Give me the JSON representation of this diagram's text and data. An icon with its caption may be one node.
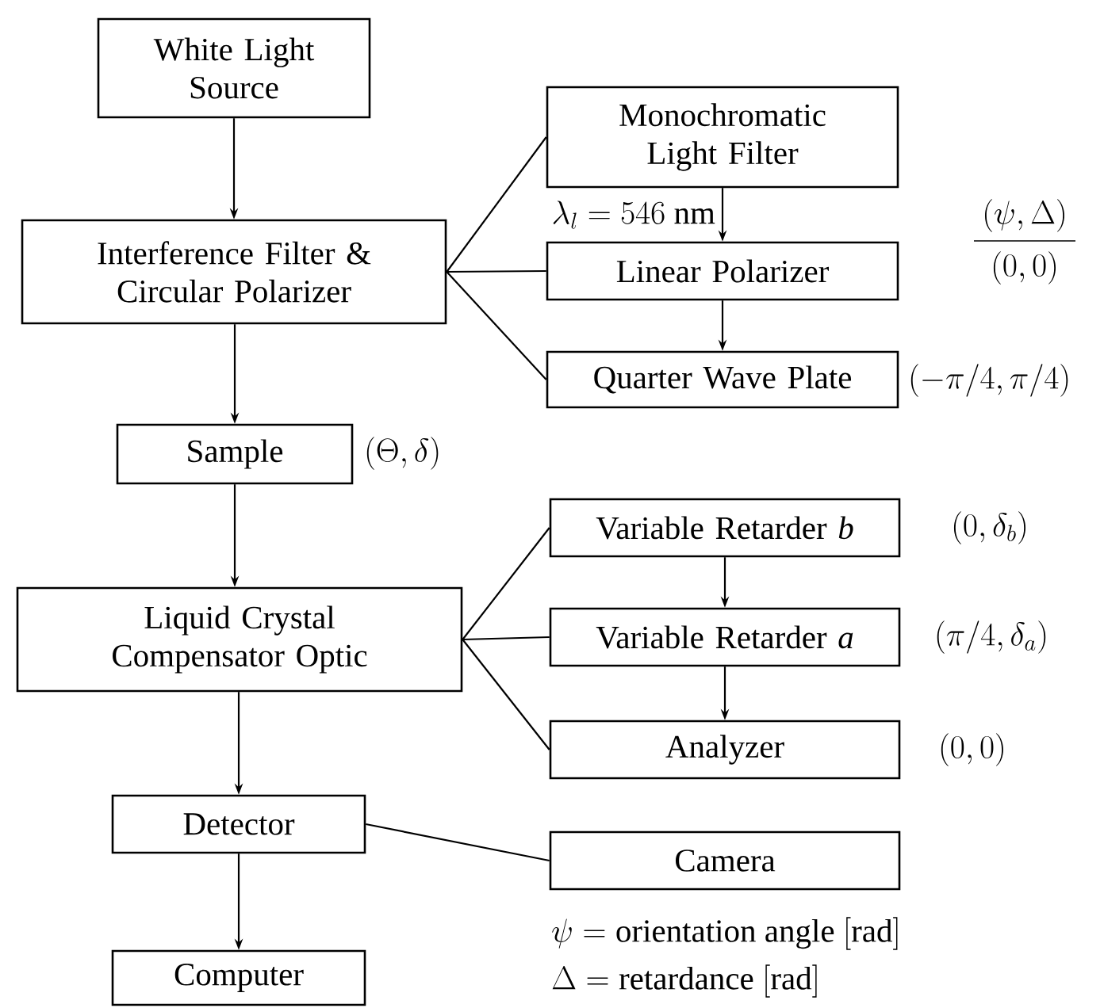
{
  "diagram": {
    "nodes": [
      {
        "text": [
          "White Light Source"
        ]
      },
      {
        "text": [
          "Interference Filter & Circular Polarizer"
        ]
      },
      {
        "text": [
          "Monochromatic Light Filter"
        ]
      },
      {
        "text": [
          "Linear Polarizer"
        ]
      },
      {
        "text": [
          "Quarter Wave Plate"
        ],
        "beside": [
          "(-\\pi/4,\\pi/4)"
        ]
      },
      {
        "text": [
          "Sample"
        ],
        "beside": [
          "(\\Theta,\\delta)"
        ]
      },
      {
        "text": [
          "Liquid Crystal Compensator Optic"
        ]
      },
      {
        "text": [
          "Variable Retarder *b*"
        ],
        "beside": [
          "(0,\\delta_b)"
        ]
      },
      {
        "text": [
          "Variable Retarder *a*"
        ],
        "beside": [
          "(\\pi/4,\\delta_a)"
        ]
      },
      {
        "text": [
          "Analyzer"
        ],
        "beside": [
          "(0,0)"
        ]
      },
      {
        "text": [
          "Detector"
        ]
      },
      {
        "text": [
          "Camera"
        ]
      },
      {
        "text": [
          "Computer"
        ]
      }
    ],
    "edges": [
      {
        "from": 0,
        "to": 1,
        "arrow": "to"
      },
      {
        "from": 1,
        "to": 2,
        "arrow": "none"
      },
      {
        "from": 1,
        "to": 3,
        "arrow": "none"
      },
      {
        "from": 1,
        "to": 4,
        "arrow": "none"
      },
      {
        "from": 2,
        "to": 3,
        "arrow": "to",
        "label": "\\lambda_l = 546\\ \\mathrm{nm}"
      },
      {
        "from": 3,
        "to": 4,
        "arrow": "to"
      },
      {
        "from": 1,
        "to": 5,
        "arrow": "to"
      },
      {
        "from": 5,
        "to": 6,
        "arrow": "to"
      },
      {
        "from": 6,
        "to": 7,
        "arrow": "none"
      },
      {
        "from": 6,
        "to": 8,
        "arrow": "none"
      },
      {
        "from": 6,
        "to": 9,
        "arrow": "none"
      },
      {
        "from": 7,
        "to": 8,
        "arrow": "to"
      },
      {
        "from": 8,
        "to": 9,
        "arrow": "to"
      },
      {
        "from": 6,
        "to": 10,
        "arrow": "to"
      },
      {
        "from": 10,
        "to": 11,
        "arrow": "none"
      },
      {
        "from": 10,
        "to": 12,
        "arrow": "to"
      }
    ],
    "labels": [
      "(\\psi,\\Delta)",
      "(0,0)",
      "\\psi = \\mathrm{orientation\\ angle\\ [rad]}",
      "\\Delta = \\mathrm{retardance\\ [rad]}"
    ]
  }
}
